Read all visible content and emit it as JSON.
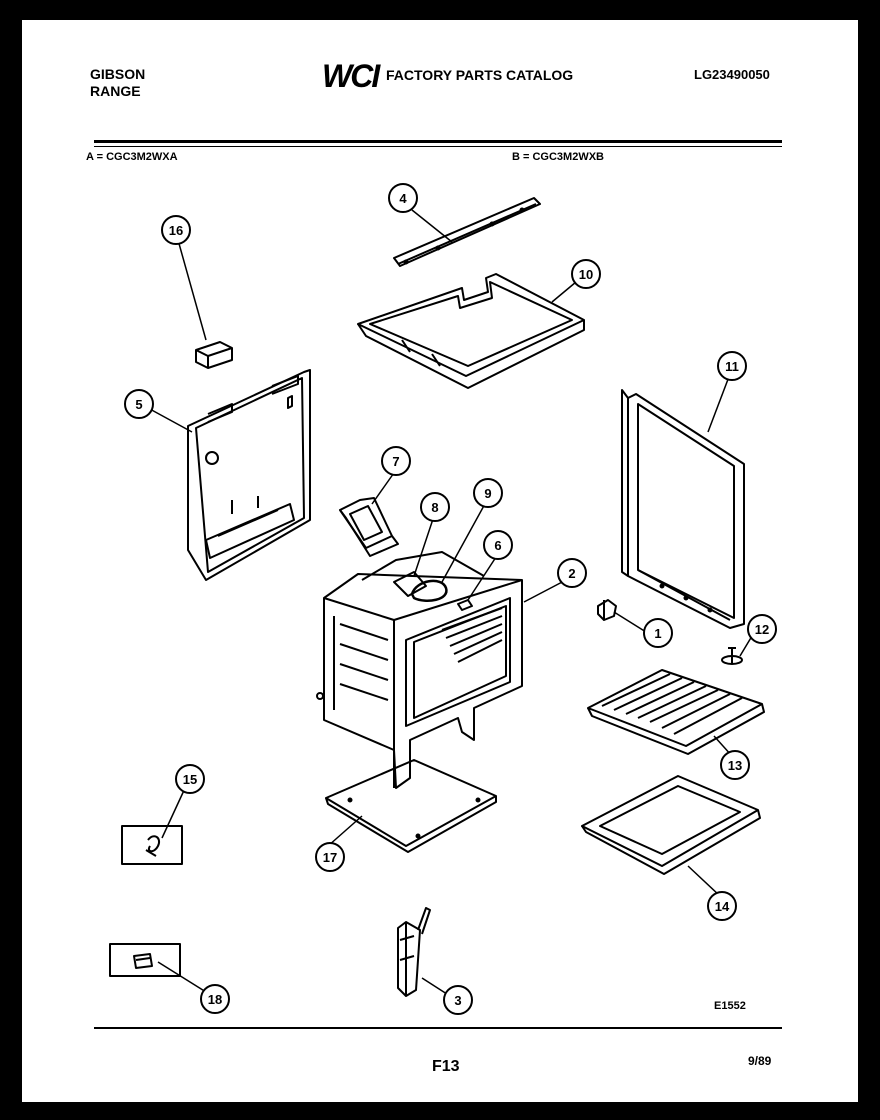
{
  "header": {
    "brand_line1": "GIBSON",
    "brand_line2": "RANGE",
    "logo": "WCI",
    "catalog_title": "FACTORY PARTS CATALOG",
    "doc_number": "LG23490050"
  },
  "models": {
    "a": "A = CGC3M2WXA",
    "b": "B = CGC3M2WXB"
  },
  "callouts": {
    "c1": "1",
    "c2": "2",
    "c3": "3",
    "c4": "4",
    "c5": "5",
    "c6": "6",
    "c7": "7",
    "c8": "8",
    "c9": "9",
    "c10": "10",
    "c11": "11",
    "c12": "12",
    "c13": "13",
    "c14": "14",
    "c15": "15",
    "c16": "16",
    "c17": "17",
    "c18": "18"
  },
  "footer": {
    "illustration_code": "E1552",
    "page": "F13",
    "date": "9/89"
  }
}
